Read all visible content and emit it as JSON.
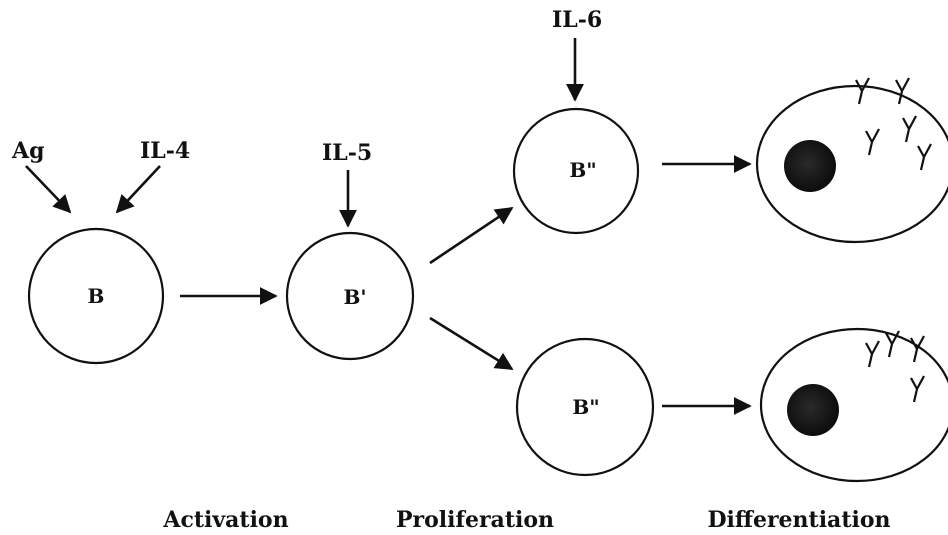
{
  "diagram": {
    "inputs": {
      "ag": "Ag",
      "il4": "IL-4",
      "il5": "IL-5",
      "il6": "IL-6"
    },
    "cells": {
      "b": "B",
      "b_prime": "B'",
      "b_double_upper": "B\"",
      "b_double_lower": "B\""
    },
    "stages": {
      "activation": "Activation",
      "proliferation": "Proliferation",
      "differentiation": "Differentiation"
    }
  }
}
